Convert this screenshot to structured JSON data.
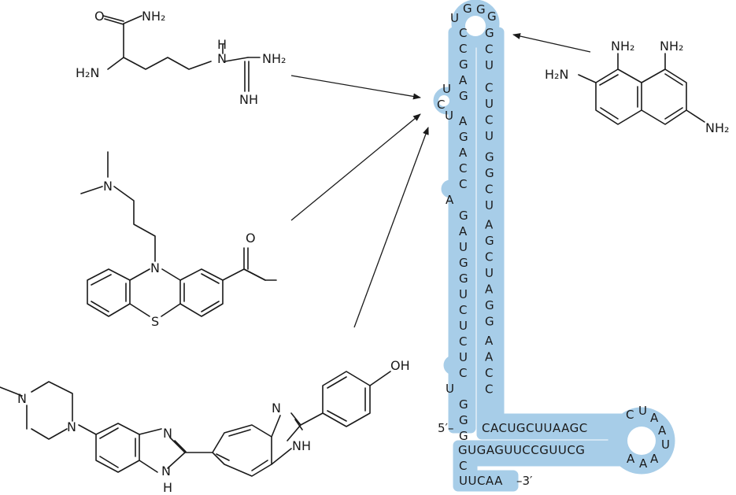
{
  "colors": {
    "rna_fill": "#a7cde8",
    "ink": "#1a1a1a"
  },
  "molecule1": {
    "o": "O",
    "nh2_top": "NH₂",
    "h2n": "H₂N",
    "nh": "H",
    "n": "N",
    "nh2_right": "NH₂",
    "nh_bottom": "NH"
  },
  "molecule2": {
    "n_amine": "N",
    "o": "O",
    "n_ring": "N",
    "s": "S"
  },
  "molecule3": {
    "n_pip1": "N",
    "n_pip2": "N",
    "n1": "N",
    "nh1": "N",
    "h1": "H",
    "n2": "N",
    "nh2": "N",
    "h2": "H",
    "oh": "OH"
  },
  "molecule4": {
    "nh2_a": "NH₂",
    "nh2_b": "NH₂",
    "h2n": "H₂N",
    "nh2_c": "NH₂"
  },
  "rna": {
    "left_strand": [
      "C",
      "C",
      "G",
      "A",
      "G",
      "A",
      "G",
      "A",
      "C",
      "C",
      "A",
      "G",
      "A",
      "U",
      "G",
      "G",
      "U",
      "C",
      "U",
      "C",
      "U",
      "C",
      "U",
      "G",
      "G",
      "G"
    ],
    "right_strand": [
      "G",
      "C",
      "U",
      "C",
      "U",
      "C",
      "U",
      "G",
      "G",
      "C",
      "U",
      "A",
      "G",
      "C",
      "U",
      "A",
      "G",
      "G",
      "A",
      "A",
      "C",
      "C"
    ],
    "loop_top": [
      "U",
      "G",
      "G",
      "G"
    ],
    "bulge": [
      "U",
      "C",
      "U"
    ],
    "five_prime": "5′–",
    "three_prime": "–3′",
    "upper_stem": "CACUGCUUAAGC",
    "lower_stem": "GUGAGUUCCGUUCG",
    "right_loop": [
      "C",
      "U",
      "A",
      "A",
      "U",
      "A",
      "A",
      "A"
    ],
    "tail_c": "C",
    "tail": "UUCAA"
  }
}
